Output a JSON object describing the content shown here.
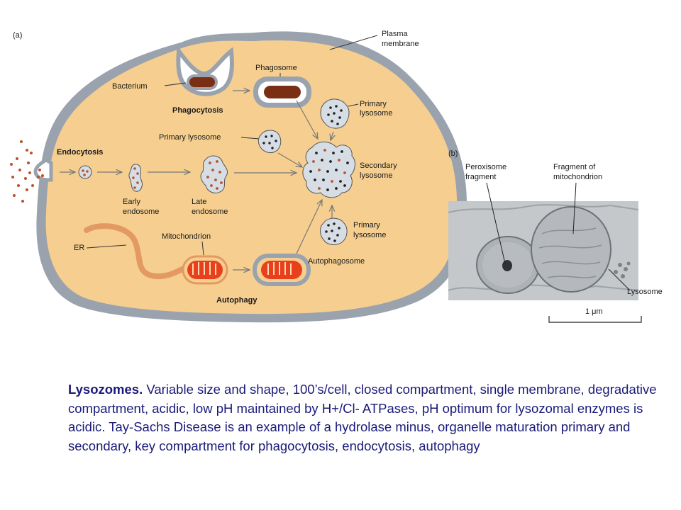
{
  "panel_a": {
    "tag": "(a)",
    "plasma_membrane": [
      "Plasma",
      "membrane"
    ],
    "bacterium": "Bacterium",
    "phagosome": "Phagosome",
    "phagocytosis": "Phagocytosis",
    "primary_lysosome_1": [
      "Primary",
      "lysosome"
    ],
    "primary_lysosome_2": "Primary lysosome",
    "endocytosis": "Endocytosis",
    "secondary_lysosome": [
      "Secondary",
      "lysosome"
    ],
    "early_endosome": [
      "Early",
      "endosome"
    ],
    "late_endosome": [
      "Late",
      "endosome"
    ],
    "primary_lysosome_3": [
      "Primary",
      "lysosome"
    ],
    "er": "ER",
    "mitochondrion": "Mitochondrion",
    "autophagosome": "Autophagosome",
    "autophagy": "Autophagy"
  },
  "panel_b": {
    "tag": "(b)",
    "peroxisome": [
      "Peroxisome",
      "fragment"
    ],
    "mito_fragment": [
      "Fragment of",
      "mitochondrion"
    ],
    "lysosome": "Lysosome",
    "scale": "1 μm"
  },
  "caption": {
    "title": "Lysozomes.",
    "body": "  Variable size and shape, 100’s/cell, closed compartment, single membrane, degradative compartment, acidic, low pH maintained by H+/Cl- ATPases, pH optimum for lysozomal enzymes is acidic. Tay-Sachs Disease is an example of a hydrolase minus, organelle maturation primary and secondary, key compartment for phagocytosis, endocytosis, autophagy"
  },
  "colors": {
    "cytoplasm": "#f6cf90",
    "membrane": "#9aa3ad",
    "bacterium": "#7a2e14",
    "mitochondria": "#e8401c",
    "dots": "#b9532a",
    "lysosome_fill": "#d6dde4",
    "caption_text": "#1a1a7a"
  }
}
